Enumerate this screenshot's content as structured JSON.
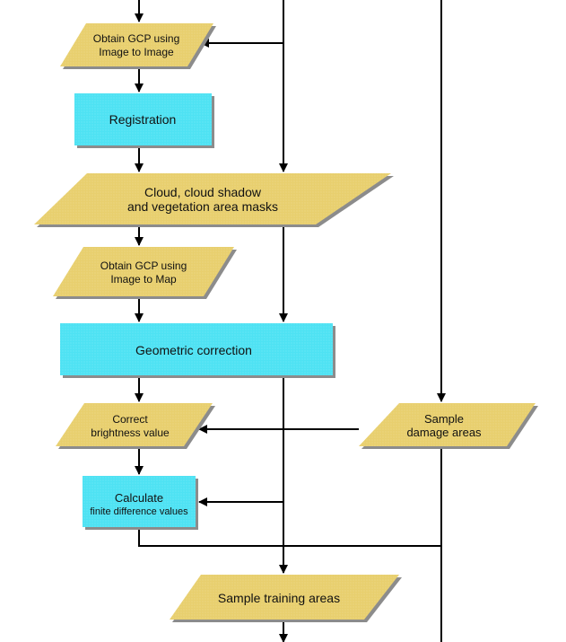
{
  "colors": {
    "parallelogram_fill": "#e8cf6e",
    "box_fill": "#4ee2f3",
    "shadow": "#8c8c8c",
    "line": "#000000",
    "text": "#111111"
  },
  "nodes": {
    "gcp_image": {
      "line1": "Obtain GCP using",
      "line2": "Image to Image"
    },
    "registration": {
      "label": "Registration"
    },
    "masks": {
      "line1": "Cloud, cloud shadow",
      "line2": "and vegetation area masks"
    },
    "gcp_map": {
      "line1": "Obtain GCP using",
      "line2": "Image to Map"
    },
    "geometric": {
      "label": "Geometric correction"
    },
    "brightness": {
      "line1": "Correct",
      "line2": "brightness value"
    },
    "calculate": {
      "line1": "Calculate",
      "line2": "finite difference values"
    },
    "damage": {
      "line1": "Sample",
      "line2": "damage areas"
    },
    "training": {
      "label": "Sample training areas"
    }
  }
}
